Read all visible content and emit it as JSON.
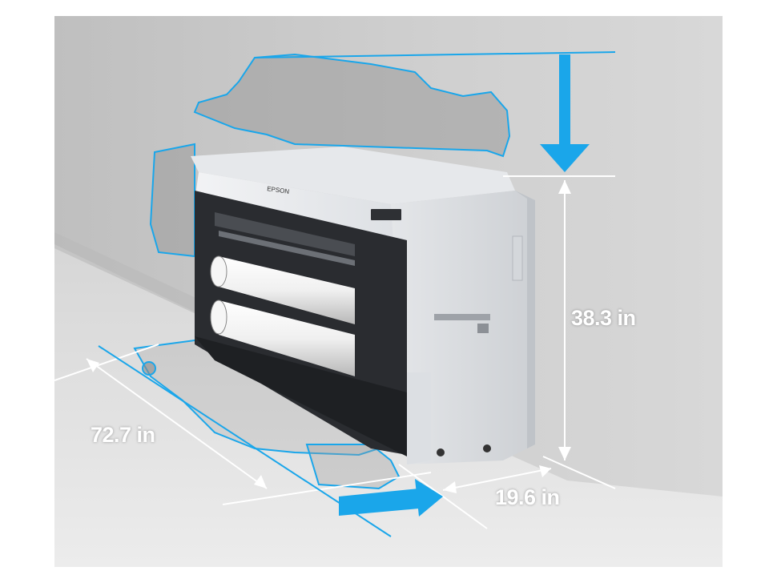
{
  "product": {
    "brand_label": "EPSON"
  },
  "dimensions": {
    "height": "38.3 in",
    "width": "72.7 in",
    "depth": "19.6 in"
  },
  "colors": {
    "accent_cyan": "#1aa6ea",
    "background": "#c9c9c9",
    "printer_body": "#e9ebee",
    "printer_dark": "#2a2c30"
  },
  "icons": [
    "down-arrow-icon",
    "right-arrow-icon"
  ]
}
